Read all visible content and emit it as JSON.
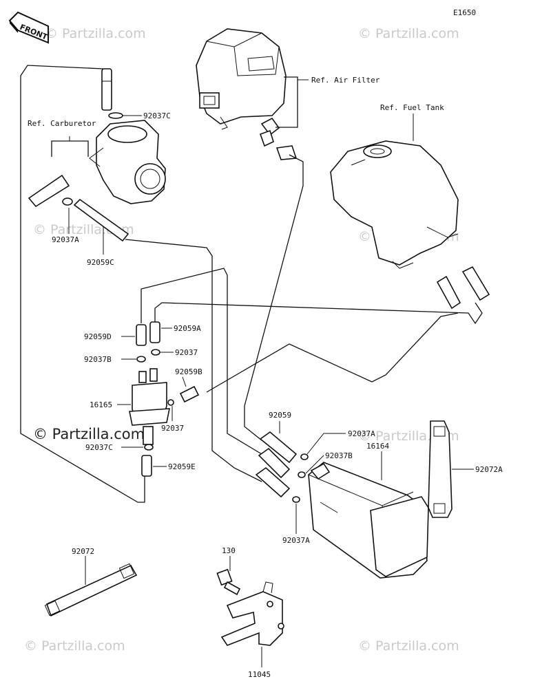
{
  "diagram_code": "E1650",
  "front_tag": "FRONT",
  "refs": {
    "air_filter": "Ref. Air Filter",
    "fuel_tank": "Ref. Fuel Tank",
    "carburetor": "Ref. Carburetor"
  },
  "parts": {
    "p92037C_top": "92037C",
    "p92037A_left": "92037A",
    "p92059C": "92059C",
    "p92059D": "92059D",
    "p92059A": "92059A",
    "p92037B_left": "92037B",
    "p92037": "92037",
    "p92059B": "92059B",
    "p16165": "16165",
    "p92037_lower": "92037",
    "p92037C_lower": "92037C",
    "p92059E": "92059E",
    "p92059": "92059",
    "p92037A_right": "92037A",
    "p92037B_right": "92037B",
    "p16164": "16164",
    "p92072A": "92072A",
    "p92037A_bottom": "92037A",
    "p92072": "92072",
    "p130": "130",
    "p11045": "11045"
  },
  "watermark": {
    "small": "© Partzilla.com",
    "large": "© Partzilla.com"
  }
}
